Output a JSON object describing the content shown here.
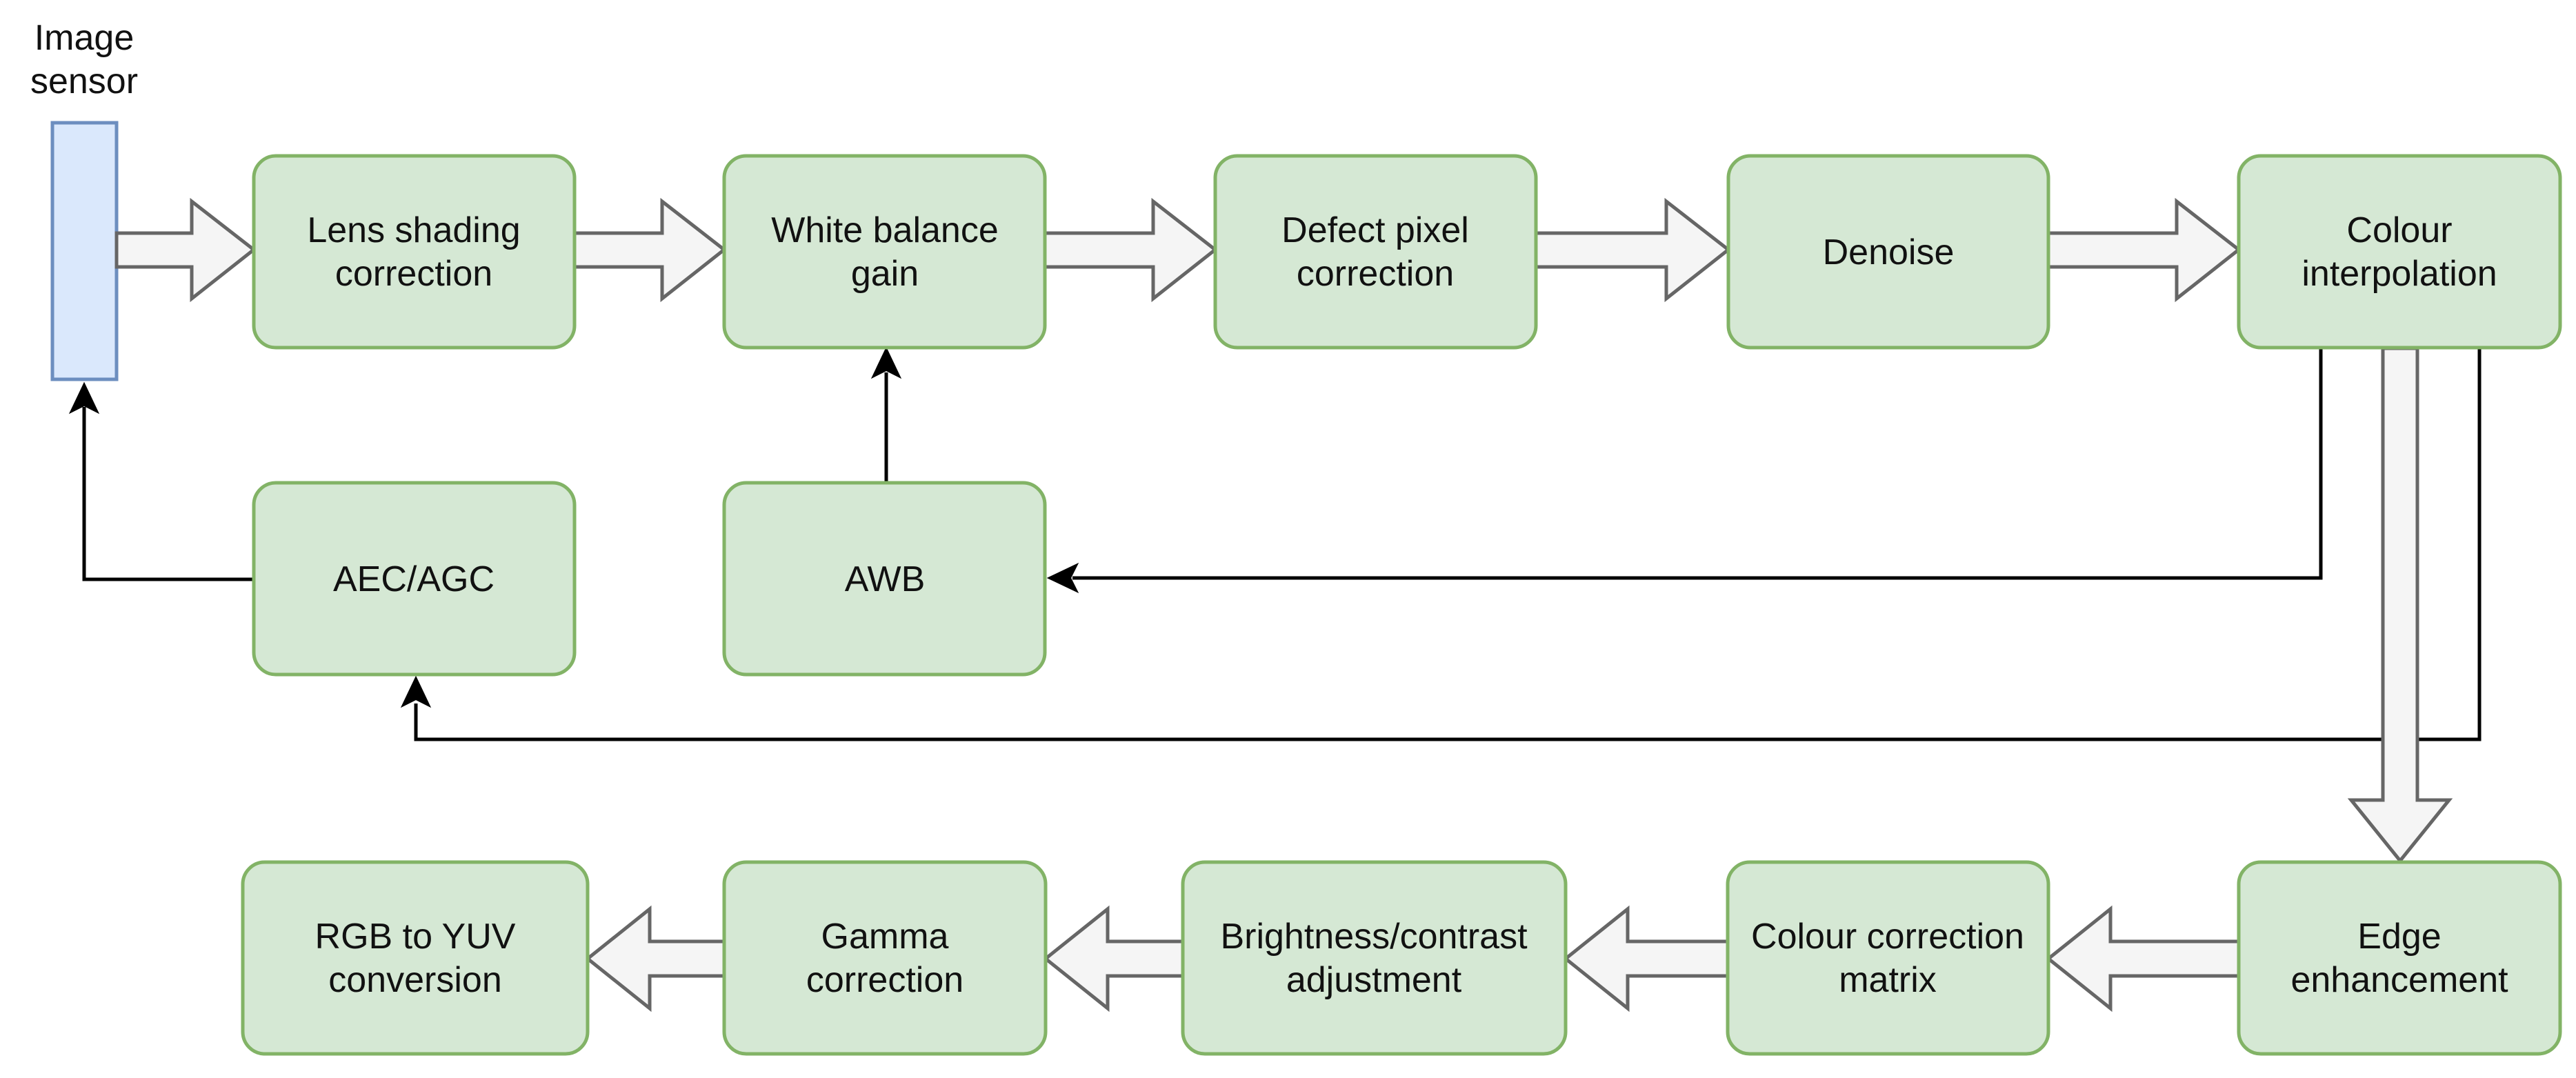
{
  "sensor": {
    "label_lines": [
      "Image",
      "sensor"
    ]
  },
  "boxes": {
    "lens_shading": {
      "lines": [
        "Lens shading",
        "correction"
      ]
    },
    "white_balance_gain": {
      "lines": [
        "White balance",
        "gain"
      ]
    },
    "defect_pixel": {
      "lines": [
        "Defect pixel",
        "correction"
      ]
    },
    "denoise": {
      "lines": [
        "Denoise"
      ]
    },
    "colour_interp": {
      "lines": [
        "Colour",
        "interpolation"
      ]
    },
    "aec_agc": {
      "lines": [
        "AEC/AGC"
      ]
    },
    "awb": {
      "lines": [
        "AWB"
      ]
    },
    "edge_enh": {
      "lines": [
        "Edge",
        "enhancement"
      ]
    },
    "ccm": {
      "lines": [
        "Colour correction",
        "matrix"
      ]
    },
    "bc_adj": {
      "lines": [
        "Brightness/contrast",
        "adjustment"
      ]
    },
    "gamma": {
      "lines": [
        "Gamma",
        "correction"
      ]
    },
    "rgb_yuv": {
      "lines": [
        "RGB to YUV",
        "conversion"
      ]
    }
  },
  "colors": {
    "box_fill": "#d5e8d4",
    "box_stroke": "#82b366",
    "sensor_fill": "#dae8fc",
    "sensor_stroke": "#6c8ebf",
    "arrow_fill": "#f5f5f5",
    "arrow_stroke": "#666666"
  }
}
